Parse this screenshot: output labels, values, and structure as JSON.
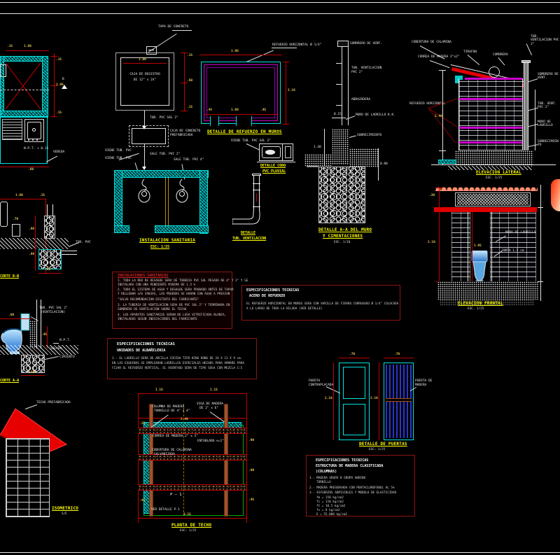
{
  "meta": {
    "type": "cad-construction-details",
    "background": "#000000"
  },
  "colors": {
    "wall_hatch": "#00e0e0",
    "dim_red": "#c00000",
    "dim_text": "#e9c94c",
    "title_yellow": "#ffff00",
    "magenta": "#cc00cc",
    "roof_red": "#e60000",
    "wood": "#a0522d",
    "spec_border": "#8b1515",
    "salmon": "#ff8e70",
    "slat_blue": "#2a35c8",
    "green": "#00aa00"
  },
  "a": {
    "dim_top": "1.80",
    "dim_top2": ".15",
    "dim_r1": ".15",
    "dim_r2": "1.95",
    "dim_r3": ".15",
    "level_mark": "B",
    "label_npt": "N.P.T. + 0.15",
    "label_vereda": "VEREDA",
    "dim_d2": ".60"
  },
  "b": {
    "tapa": "TAPA DE CONCRETO",
    "dim_w": "1.00",
    "box_l1": "CAJA DE REGISTRO",
    "box_l2": "DE 12\" x 24\"",
    "dim_r1": ".15",
    "dim_r2": ".60",
    "dim_r3": ".15",
    "tub1": "TUB. PVC SAL 2\"",
    "caja_l1": "CAJA DE CONCRETO",
    "caja_l2": "PREFABRICADA",
    "viene": "VIENE TUB. PVC",
    "sale": "SALE TUB. PVC 2\""
  },
  "c": {
    "leader": "REFUERZO HORIZONTAL Ø 1/4\"",
    "dim_top": "1.96",
    "dim_right": "2.16",
    "d1": ".45",
    "d2": "1.06",
    "d3": ".45",
    "title": "DETALLE DE REFUERZO EN MUROS"
  },
  "d": {
    "leader": "VIENE TUB. PVC SAL 2\"",
    "t1": "DETALLE CODO",
    "t2": "PVC PLUVIAL"
  },
  "e": {
    "t1": "DETALLE",
    "t2": "TUB. VENTILACION"
  },
  "f": {
    "top": "SOMBRERO DE VENT.",
    "l1": "TUB. VENTILACION",
    "l2": "PVC 2\"",
    "l3": "ABRAZADERA"
  },
  "g": {
    "dim": "0.15",
    "l1": "MURO DE LADRILLO K.K.",
    "l2": "SOBRECIMIENTO",
    "dim_l": "1.40",
    "dim_r": "0.80",
    "t1": "DETALLE A-A DEL MURO",
    "t2": "Y CIMENTACIONES",
    "esc": "ESC. 1/10"
  },
  "h": {
    "l1": "COBERTURA DE CALAMINA",
    "l2": "CORREA DE MADERA 2\"x2\"",
    "l3": "TIRAFON",
    "l4": "CUMBRERA",
    "l5": "TUB. VENTILACION PVC 2\"",
    "r1": "SOMBRERO DE VENT.",
    "r2": "TUB. VENT. PVC 2\"",
    "r3": "MURO DE LADRILLO",
    "r4": "SOBRECIMIENTO",
    "left": "REFUERZO HORIZONTAL",
    "dim": "2.40"
  },
  "i": {
    "t_top": "ELEVACION LATERAL",
    "esc_top": "ESC. 1/25",
    "t_bot": "ELEVACION FRONTAL",
    "esc_bot": "ESC. 1/25",
    "l1": "MURO DE LADRILLO",
    "l2": "JUNTA 1.5 cm",
    "d1": ".30",
    "d2": "2.10",
    "d3": "1.95"
  },
  "j": {
    "dim_top": "1.80",
    "dim5": ".15",
    "dim1": ".70",
    "dim2": ".60",
    "dim3": ".80",
    "dim4": ".60",
    "label": "TUB. PVC",
    "title": "CORTE B-B"
  },
  "k": {
    "l1": "TUB. PVC SAL 2\"",
    "l2": "(VENTILACION)",
    "dim1": ".60",
    "dim2": ".45",
    "npt": "N.P.T.",
    "solado": "SOLADO",
    "cim": "CIMIENTO",
    "dim3": ".60",
    "title": "CORTE A-A"
  },
  "l": {
    "viene": "VIENE TUB. PVC",
    "sale": "SALE TUB. PVC 4\"",
    "title": "INSTALACION SANITARIA",
    "esc": "ESC: 1/25"
  },
  "m": {
    "heading": "INSTALACIONES SANITARIAS",
    "lines": [
      "1.  TODA LA RED DE DESAGUE SERA DE TUBERIA PVC SAL PESADA DE 4\" Y 2\" Y SE",
      "    INSTALARA CON UNA PENDIENTE MINIMA DE 1.5 %",
      "2.  TODO EL SISTEMA DE AGUA Y DESAGUE SERA PROBADO ANTES DE TAPAR",
      "    Y RELLENAR LAS ZANJAS, LAS PRUEBAS SE HARAN CON AGUA A PRESION",
      "    \"SALVO RECOMENDACION DISTINTA DEL FABRICANTE\"",
      "3.  LA TUBERIA DE VENTILACION SERA DE PVC SAL 2\" Y TERMINARA EN",
      "    SOMBRERO DE VENTILACION SOBRE EL TECHO",
      "4.  LOS APARATOS SANITARIOS SERAN DE LOSA VITRIFICADA BLANCA,",
      "    INSTALADOS SEGUN INDICACIONES DEL FABRICANTE"
    ]
  },
  "n": {
    "h1": "ESPECIFICACIONES TECNICAS",
    "h2": "ACERO DE REFUERZO",
    "lines": [
      "EL REFUERZO HORIZONTAL EN MUROS SERA CON VARILLA DE FIERRO CORRUGADO Ø 1/4\" COLOCADA",
      "A LO LARGO DE TODA LA HILADA  (VER DETALLE)"
    ]
  },
  "o": {
    "h1": "ESPECIFICACIONES TECNICAS",
    "h2": "UNIDADES DE ALBAÑILERIA",
    "lines": [
      "1.-  EL LADRILLO SERA DE ARCILLA COCIDA TIPO KING KONG DE 24 X 13 X 9 cm.",
      "      EN LAS ESQUINAS SE EMPLEARAN LADRILLOS ESPECIALES HECHOS PARA AMARRE PARA",
      "      FIJAR EL REFUERZO VERTICAL. EL ASENTADO SERA DE TIPO SOGA CON MEZCLA 1:5"
    ]
  },
  "p": {
    "leader": "TECHO PREFABRICADO",
    "title": "ISOMETRICO",
    "esc": "S/E"
  },
  "q": {
    "dims": {
      "t1": "1.15",
      "t2": "1.15",
      "mid": "2.40",
      "r1": ".90",
      "r2": ".90",
      "r3": ".45",
      "l1": ".15",
      "l2": ".45",
      "bot": "3.15"
    },
    "lab1a": "COLUMNA DE MADERA",
    "lab1b": "TORNILLO DE 4\" x 4\"",
    "lab2a": "VIGA DE MADERA",
    "lab2b": "DE 2\" x 6\"",
    "lab3": "CORREA DE MADERA 2\" x 2\"",
    "lab4": "ENTABLADO e=1\"",
    "lab5a": "COBERTURA DE CALAMINA",
    "lab5b": "GALVANIZADA",
    "p1": "P — 1",
    "note": "VER DETALLE P-1",
    "title": "PLANTA DE TECHO",
    "esc": "ESC: 1/25"
  },
  "r": {
    "l1a": "PUERTA",
    "l1b": "CONTRAPLACADA",
    "l2a": "PUERTA DE",
    "l2b": "MADERA",
    "w1": ".70",
    "h1": "2.10",
    "w2": ".70",
    "h2": "2.10",
    "title": "DETALLE DE PUERTAS",
    "esc": "ESC: 1/25"
  },
  "s": {
    "h1": "ESPECIFICACIONES TECNICAS",
    "h2": "ESTRUCTURA DE MADERA CLASIFICADA",
    "h3": "(COLUMNAS)",
    "i1": "1.-  MADERA GRUPO B GRUPO ANDINO",
    "i1b": "TORNILLO",
    "i2": "2.-  MADERA PRESERVADA CON PENTACLOROFENOL AL 5%",
    "i3": "3.-  ESFUERZOS ADMISIBLES Y MODULO DE ELASTICIDAD",
    "v1": "fm = 150 kg/cm2",
    "v2": "fc = 110 kg/cm2",
    "v3": "ft = 10.5 kg/cm2",
    "v4": "fv = 8 kg/cm2",
    "v5": "E = 55,000 kg/cm2"
  }
}
